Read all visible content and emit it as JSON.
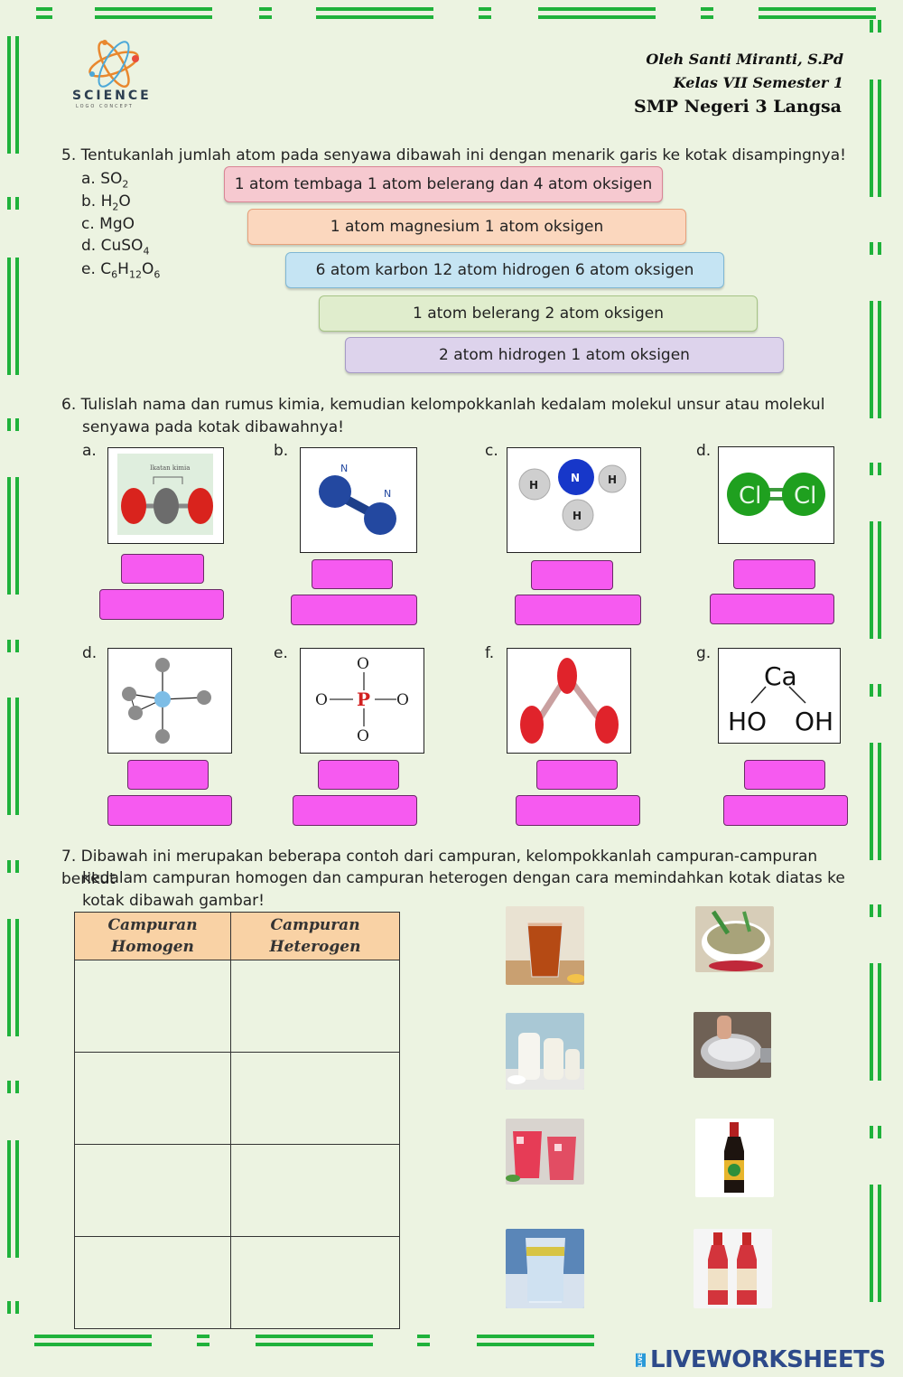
{
  "logo": {
    "text": "SCIENCE",
    "subtext": "LOGO CONCEPT"
  },
  "header": {
    "author": "Oleh Santi Miranti, S.Pd",
    "class": "Kelas VII Semester 1",
    "school": "SMP Negeri 3 Langsa"
  },
  "q5": {
    "question": "5. Tentukanlah jumlah atom pada senyawa dibawah ini dengan menarik garis ke kotak disampingnya!",
    "options": [
      {
        "letter": "a.",
        "base": "SO",
        "sub": "2",
        "tail": ""
      },
      {
        "letter": "b.",
        "base": "H",
        "sub": "2",
        "tail": "O"
      },
      {
        "letter": "c.",
        "base": "MgO",
        "sub": "",
        "tail": ""
      },
      {
        "letter": "d.",
        "base": "CuSO",
        "sub": "4",
        "tail": ""
      },
      {
        "letter": "e.",
        "formula_html": "C<sub>6</sub>H<sub>12</sub>O<sub>6</sub>"
      }
    ],
    "answers": [
      {
        "text": "1 atom tembaga 1 atom belerang dan 4 atom oksigen",
        "color": "#f6c9d0",
        "border": "#d98595"
      },
      {
        "text": "1 atom magnesium 1 atom oksigen",
        "color": "#fbd7be",
        "border": "#e6a07a"
      },
      {
        "text": "6 atom karbon 12 atom hidrogen 6 atom oksigen",
        "color": "#c5e4f3",
        "border": "#7fb7d3"
      },
      {
        "text": "1 atom belerang 2 atom oksigen",
        "color": "#e0edcd",
        "border": "#a6c486"
      },
      {
        "text": "2 atom hidrogen 1 atom oksigen",
        "color": "#ddd3ec",
        "border": "#a69ac6"
      }
    ]
  },
  "q6": {
    "question_line1": "6. Tulislah nama dan rumus kimia, kemudian kelompokkanlah kedalam molekul unsur atau molekul",
    "question_line2": "senyawa pada kotak dibawahnya!",
    "row1_letters": [
      "a.",
      "b.",
      "c.",
      "d."
    ],
    "row2_letters": [
      "d.",
      "e.",
      "f.",
      "g."
    ],
    "labels": {
      "b_n1": "N",
      "b_n2": "N",
      "c_h1": "H",
      "c_n": "N",
      "c_h2": "H",
      "c_h3": "H",
      "d_cl1": "Cl",
      "d_cl2": "Cl",
      "e_o1": "O",
      "e_o2": "O",
      "e_p": "P",
      "e_o3": "O",
      "e_o4": "O",
      "g_ca": "Ca",
      "g_ho": "HO",
      "g_oh": "OH"
    },
    "colors": {
      "answer_box": "#f65af0"
    }
  },
  "q7": {
    "question_line1": "7. Dibawah ini merupakan beberapa contoh dari campuran, kelompokkanlah campuran-campuran berikut",
    "question_line2": "kedalam campuran homogen dan campuran heterogen dengan cara memindahkan kotak diatas ke",
    "question_line3": "kotak dibawah gambar!",
    "table": {
      "col1_line1": "Campuran",
      "col1_line2": "Homogen",
      "col2_line1": "Campuran",
      "col2_line2": "Heterogen"
    }
  },
  "footer": {
    "brand_live": "LIVE",
    "brand": "LIVEWORKSHEETS"
  },
  "colors": {
    "border_green": "#1fb23b",
    "background": "#ecf3e1"
  }
}
